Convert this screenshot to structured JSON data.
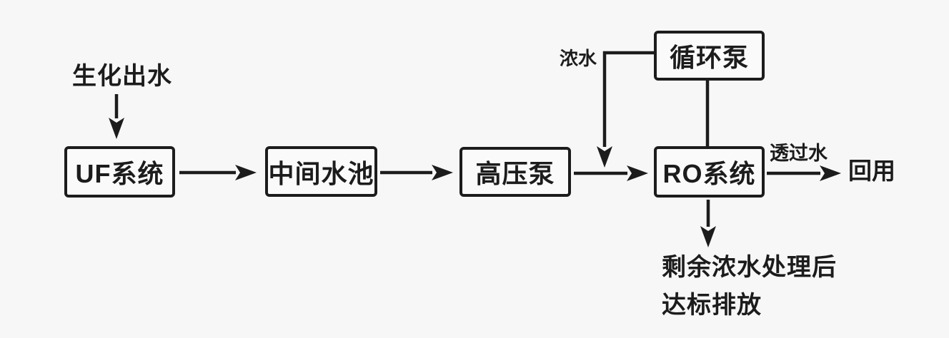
{
  "colors": {
    "background": "#f7f7f7",
    "ink": "#1c1c1c",
    "box_fill": "#fafafa"
  },
  "nodes": {
    "uf_system": {
      "label": "UF系统"
    },
    "intermediate_pool": {
      "label": "中间水池"
    },
    "high_pressure_pump": {
      "label": "高压泵"
    },
    "ro_system": {
      "label": "RO系统"
    },
    "circulation_pump": {
      "label": "循环泵"
    }
  },
  "labels": {
    "biochemical_effluent": "生化出水",
    "concentrate": "浓水",
    "permeate": "透过水",
    "reuse": "回用",
    "residual_discharge_line1": "剩余浓水处理后",
    "residual_discharge_line2": "达标排放"
  }
}
